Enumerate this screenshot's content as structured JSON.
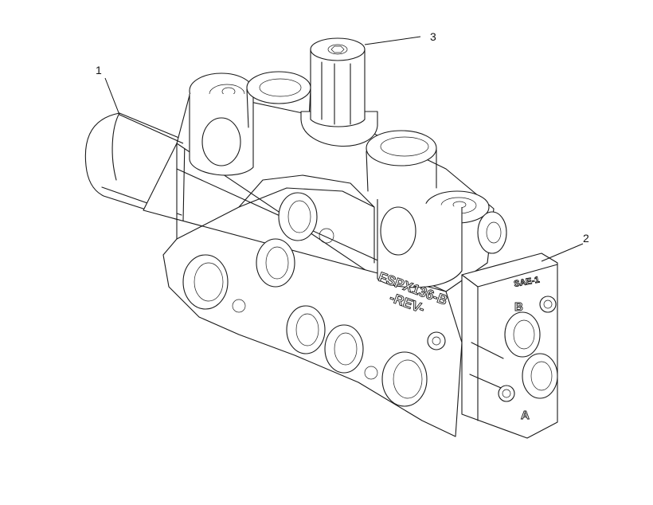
{
  "callouts": {
    "c1": "1",
    "c2": "2",
    "c3": "3"
  },
  "markings": {
    "part_line1": "FSPX136-B",
    "part_line2": "-REV-",
    "flange": "SAE-1",
    "port_b": "B",
    "port_a": "A"
  },
  "colors": {
    "line": "#1a1a1a",
    "background": "#ffffff"
  }
}
